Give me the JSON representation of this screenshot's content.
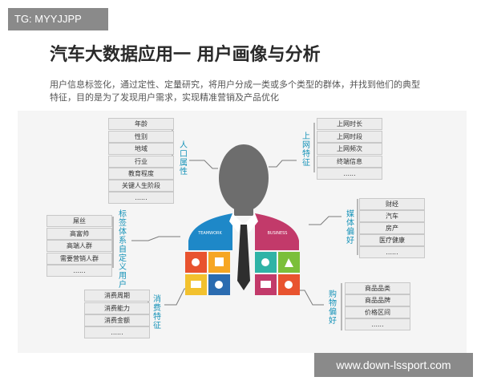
{
  "header": {
    "tag": "TG: MYYJJPP",
    "title": "汽车大数据应用一  用户画像与分析",
    "description": "用户信息标签化，通过定性、定量研究，将用户分成一类或多个类型的群体，并找到他们的典型特征，目的是为了发现用户需求，实现精准营销及产品优化"
  },
  "groups": {
    "population": {
      "label": "人口属性",
      "items": [
        "年龄",
        "性别",
        "地域",
        "行业",
        "教育程度",
        "关键人生阶段",
        "......"
      ]
    },
    "online": {
      "label": "上网特征",
      "items": [
        "上网时长",
        "上网时段",
        "上网频次",
        "终端信息",
        "......"
      ]
    },
    "custom": {
      "label": "标签体系自定义用户",
      "items": [
        "屌丝",
        "高富帅",
        "高端人群",
        "需要营销人群",
        "......"
      ]
    },
    "media": {
      "label": "媒体偏好",
      "items": [
        "财经",
        "汽车",
        "房产",
        "医疗健康",
        "......"
      ]
    },
    "consumption": {
      "label": "消费特征",
      "items": [
        "消费周期",
        "消费能力",
        "消费金额",
        "......"
      ]
    },
    "shopping": {
      "label": "购物偏好",
      "items": [
        "商品品类",
        "商品品牌",
        "价格区间",
        "......"
      ]
    }
  },
  "figure": {
    "left_badge": "TEAMWORK",
    "right_badge": "BUSINESS",
    "puzzle_colors": [
      "#e8532f",
      "#f6a623",
      "#2fb3a6",
      "#1e88c8",
      "#c23a6a",
      "#7bbf3a",
      "#f2c12e",
      "#2b6cb0"
    ],
    "head_color": "#6d6d6d",
    "tie_color": "#2e2e2e"
  },
  "watermark": {
    "text": "www.down-lssport.com"
  },
  "colors": {
    "accent": "#1592b8",
    "line": "#7a7a7a"
  }
}
